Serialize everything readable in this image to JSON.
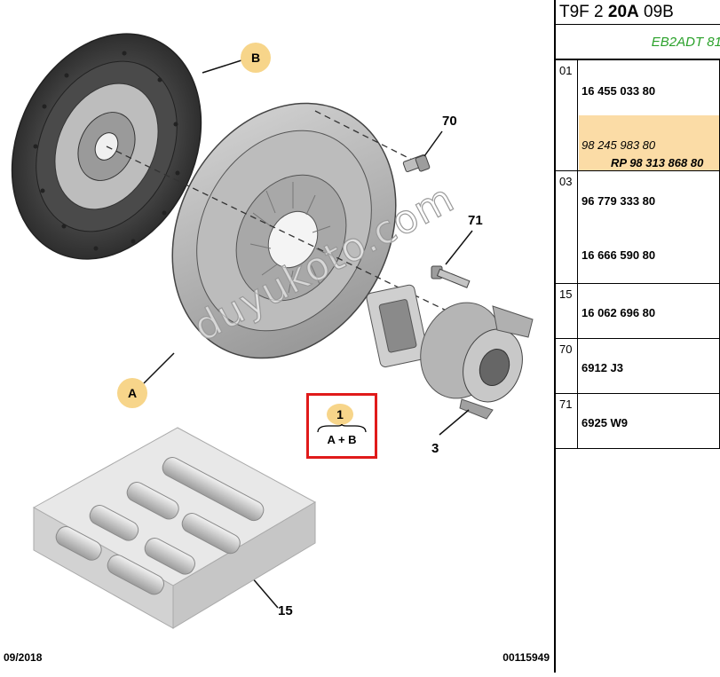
{
  "header": {
    "code_prefix": "T9F 2 ",
    "code_bold": "20A",
    "code_suffix": " 09B",
    "engine": "EB2ADT 81"
  },
  "callouts": {
    "b": "B",
    "a": "A",
    "n70": "70",
    "n71": "71",
    "n3": "3",
    "n15": "15"
  },
  "kit": {
    "number": "1",
    "contents": "A + B"
  },
  "watermark": "duyukoto.com",
  "footer": {
    "date": "09/2018",
    "doc_number": "00115949"
  },
  "parts": [
    {
      "ref": "01",
      "numbers": [
        "16 455 033 80"
      ]
    },
    {
      "ref": "",
      "alt_number": "98 245 983 80",
      "replacement": "RP 98 313 868 80",
      "highlight": true
    },
    {
      "ref": "03",
      "numbers": [
        "96 779 333 80",
        "16 666 590 80"
      ]
    },
    {
      "ref": "15",
      "numbers": [
        "16 062 696 80"
      ]
    },
    {
      "ref": "70",
      "numbers": [
        "6912 J3"
      ]
    },
    {
      "ref": "71",
      "numbers": [
        "6925 W9"
      ]
    }
  ],
  "colors": {
    "bubble": "#f7d58a",
    "highlight": "#fbdca6",
    "kit_border": "#e01a1a",
    "engine_text": "#2aa12a"
  }
}
